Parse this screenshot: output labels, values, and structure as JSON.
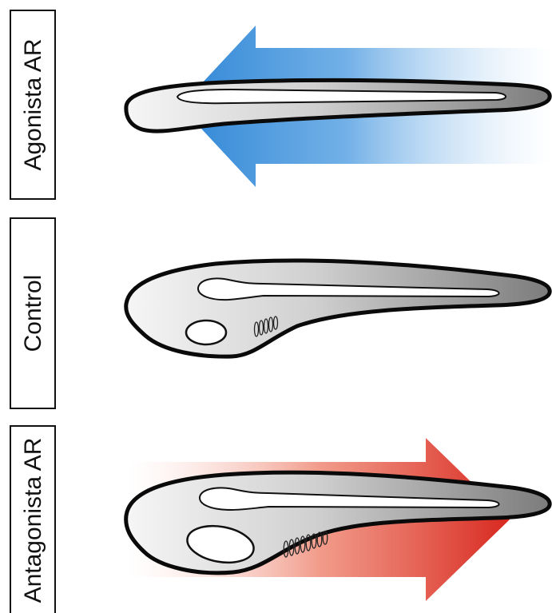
{
  "labels": {
    "agonist": "Agonista AR",
    "control": "Control",
    "antagonist": "Antagonista AR"
  },
  "colors": {
    "agonist_arrow": "#2f86d6",
    "antagonist_arrow": "#e0362a",
    "outline": "#0a0a0a",
    "body_light": "#f4f4f4",
    "body_dark": "#8a8a8a"
  },
  "arrows": {
    "agonist": "leftward",
    "antagonist": "rightward"
  }
}
